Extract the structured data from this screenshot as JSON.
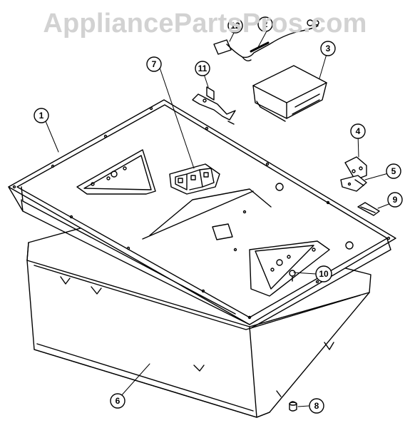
{
  "watermark": {
    "text": "AppliancePartsPros.com"
  },
  "callouts": [
    {
      "id": "1",
      "label": "1"
    },
    {
      "id": "2",
      "label": "2"
    },
    {
      "id": "3",
      "label": "3"
    },
    {
      "id": "4",
      "label": "4"
    },
    {
      "id": "5",
      "label": "5"
    },
    {
      "id": "6",
      "label": "6"
    },
    {
      "id": "7",
      "label": "7"
    },
    {
      "id": "8",
      "label": "8"
    },
    {
      "id": "9",
      "label": "9"
    },
    {
      "id": "10",
      "label": "10"
    },
    {
      "id": "11",
      "label": "11"
    },
    {
      "id": "12",
      "label": "12"
    }
  ],
  "colors": {
    "line": "#000000",
    "background": "#ffffff",
    "watermark": "#d2d2d2"
  }
}
